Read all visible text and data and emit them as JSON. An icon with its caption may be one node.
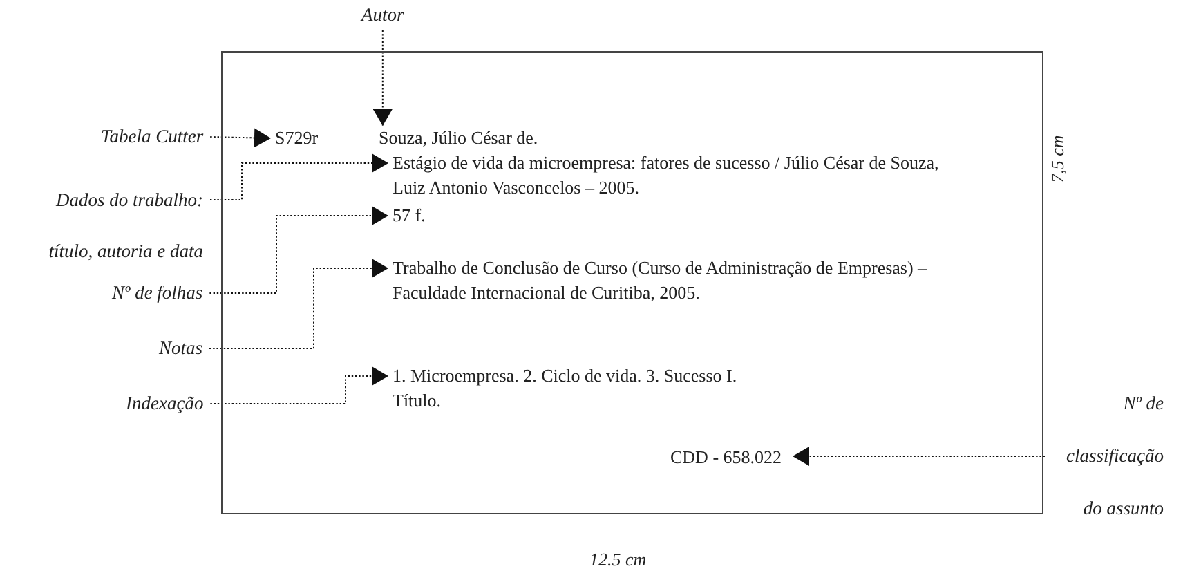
{
  "diagram": {
    "nodes": [
      {
        "text": [],
        "shape": "box"
      },
      {
        "text": [
          "Autor"
        ]
      },
      {
        "text": [
          "Tabela Cutter"
        ]
      },
      {
        "text": [
          "Dados do trabalho: título, autoria e data"
        ]
      },
      {
        "text": [
          "Nº de folhas"
        ]
      },
      {
        "text": [
          "Notas"
        ]
      },
      {
        "text": [
          "Indexação"
        ]
      },
      {
        "text": [
          "Nº de classificação do assunto"
        ]
      },
      {
        "text": [
          "S729r"
        ],
        "in": 0
      },
      {
        "text": [
          "Souza, Júlio César de."
        ],
        "in": 0
      },
      {
        "text": [
          "Estágio de vida da microempresa: fatores de sucesso / Júlio César de Souza, Luiz Antonio Vasconcelos – 2005."
        ],
        "in": 0
      },
      {
        "text": [
          "57 f."
        ],
        "in": 0
      },
      {
        "text": [
          "Trabalho de Conclusão de Curso (Curso de Administração de Empresas) – Faculdade Internacional de Curitiba, 2005."
        ],
        "in": 0
      },
      {
        "text": [
          "1. Microempresa. 2. Ciclo de vida. 3. Sucesso I. Título."
        ],
        "in": 0
      },
      {
        "text": [
          "CDD - 658.022"
        ],
        "in": 0
      }
    ],
    "edges": [
      {
        "from": 1,
        "to": 9,
        "arrow": "to"
      },
      {
        "from": 2,
        "to": 8,
        "arrow": "to"
      },
      {
        "from": 3,
        "to": 10,
        "arrow": "to"
      },
      {
        "from": 4,
        "to": 11,
        "arrow": "to"
      },
      {
        "from": 5,
        "to": 12,
        "arrow": "to"
      },
      {
        "from": 6,
        "to": 13,
        "arrow": "to"
      },
      {
        "from": 7,
        "to": 14,
        "arrow": "to"
      }
    ],
    "labels": [
      "7,5 cm",
      "12.5 cm"
    ]
  }
}
